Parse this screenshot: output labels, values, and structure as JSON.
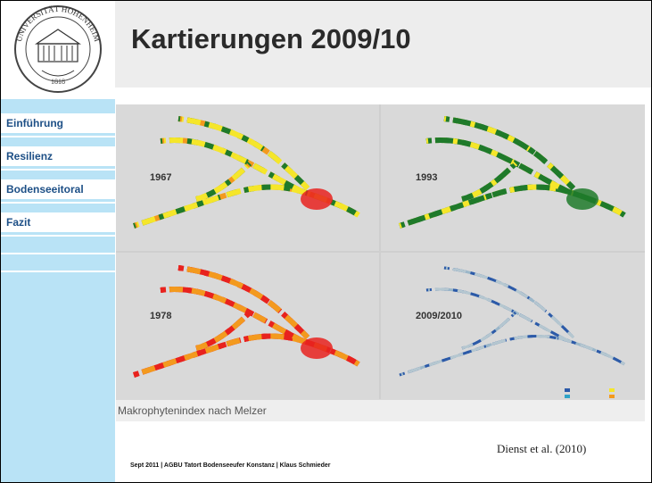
{
  "slide": {
    "title": "Kartierungen 2009/10",
    "citation": "Dienst et al. (2010)",
    "footer": "Sept 2011 | AGBU Tatort Bodenseeufer Konstanz | Klaus Schmieder"
  },
  "logo": {
    "text_top": "UNIVERSITÄT HOHENHEIM",
    "year": "1818"
  },
  "nav": {
    "items": [
      {
        "label": "Einführung"
      },
      {
        "label": "Resilienz"
      },
      {
        "label": "Bodenseeitoral"
      },
      {
        "label": "Fazit"
      }
    ]
  },
  "maps": {
    "panels": [
      {
        "year": "1967"
      },
      {
        "year": "1993"
      },
      {
        "year": "1978"
      },
      {
        "year": "2009/2010"
      }
    ],
    "caption": "Makrophytenindex nach Melzer",
    "colors": {
      "green": "#1f7a2a",
      "yellow": "#f5e62a",
      "orange": "#f39a1e",
      "red": "#e8221e",
      "blue": "#2c5aa8"
    }
  }
}
